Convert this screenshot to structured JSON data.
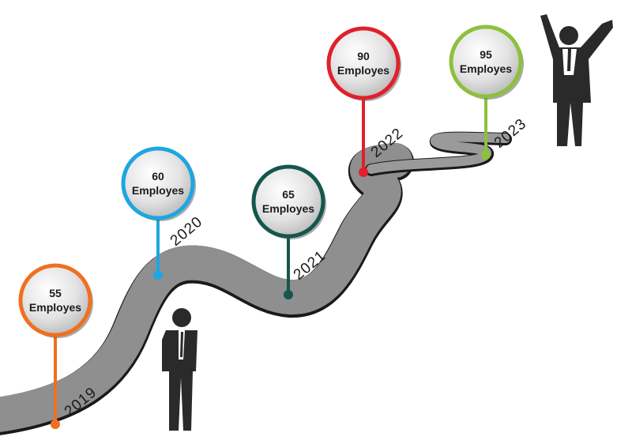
{
  "milestones": [
    {
      "year": "2019",
      "count": "55",
      "label": "Employes",
      "color": "#ef7020"
    },
    {
      "year": "2020",
      "count": "60",
      "label": "Employes",
      "color": "#1ea6e0"
    },
    {
      "year": "2021",
      "count": "65",
      "label": "Employes",
      "color": "#14574c"
    },
    {
      "year": "2022",
      "count": "90",
      "label": "Employes",
      "color": "#e0202a"
    },
    {
      "year": "2023",
      "count": "95",
      "label": "Employes",
      "color": "#8dc03c"
    }
  ],
  "colors": {
    "road": "#8f8f8f",
    "road_edge": "#1a1a1a",
    "silhouette": "#2a2a2a"
  }
}
